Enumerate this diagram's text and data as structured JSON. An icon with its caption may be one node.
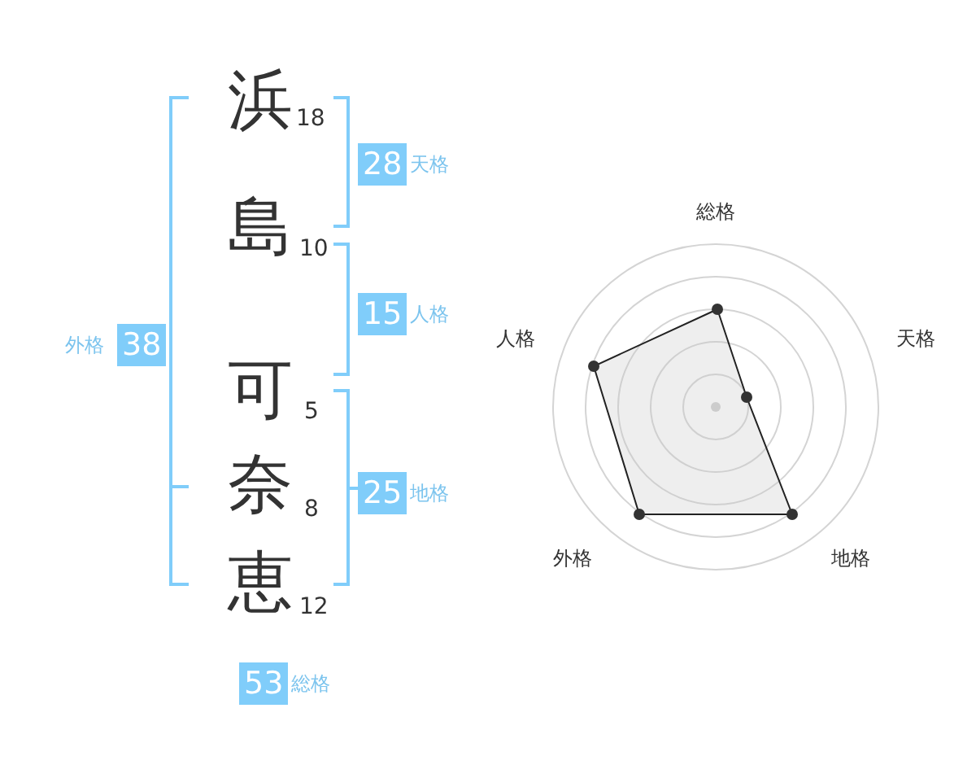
{
  "diagram": {
    "nodes": [
      {
        "text": [
          "28"
        ],
        "beside": [
          "天格"
        ]
      },
      {
        "text": [
          "15"
        ],
        "beside": [
          "人格"
        ]
      },
      {
        "text": [
          "38"
        ],
        "beside": [
          "外格"
        ]
      },
      {
        "text": [
          "25"
        ],
        "beside": [
          "地格"
        ]
      },
      {
        "text": [
          "53"
        ],
        "beside": [
          "総格"
        ]
      }
    ],
    "labels": [
      "浜",
      "18",
      "島",
      "10",
      "可",
      "5",
      "奈",
      "8",
      "恵",
      "12",
      "総格",
      "人格",
      "天格",
      "外格",
      "地格"
    ]
  }
}
